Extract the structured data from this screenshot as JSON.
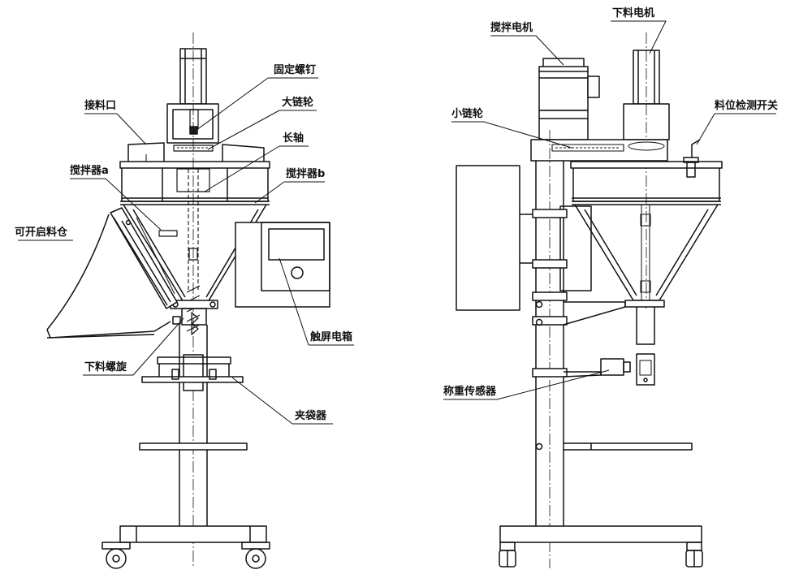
{
  "left_view": {
    "labels": {
      "set_screw": "固定螺钉",
      "large_sprocket": "大链轮",
      "feed_inlet": "接料口",
      "long_shaft": "长轴",
      "agitator_a": "搅拌器a",
      "agitator_b": "搅拌器b",
      "openable_hopper": "可开启料仓",
      "touchscreen_box": "触屏电箱",
      "feed_screw": "下料螺旋",
      "bag_clamp": "夹袋器"
    }
  },
  "right_view": {
    "labels": {
      "agitator_motor": "搅拌电机",
      "feed_motor": "下料电机",
      "small_sprocket": "小链轮",
      "level_switch": "料位检测开关",
      "load_cell": "称重传感器"
    }
  }
}
